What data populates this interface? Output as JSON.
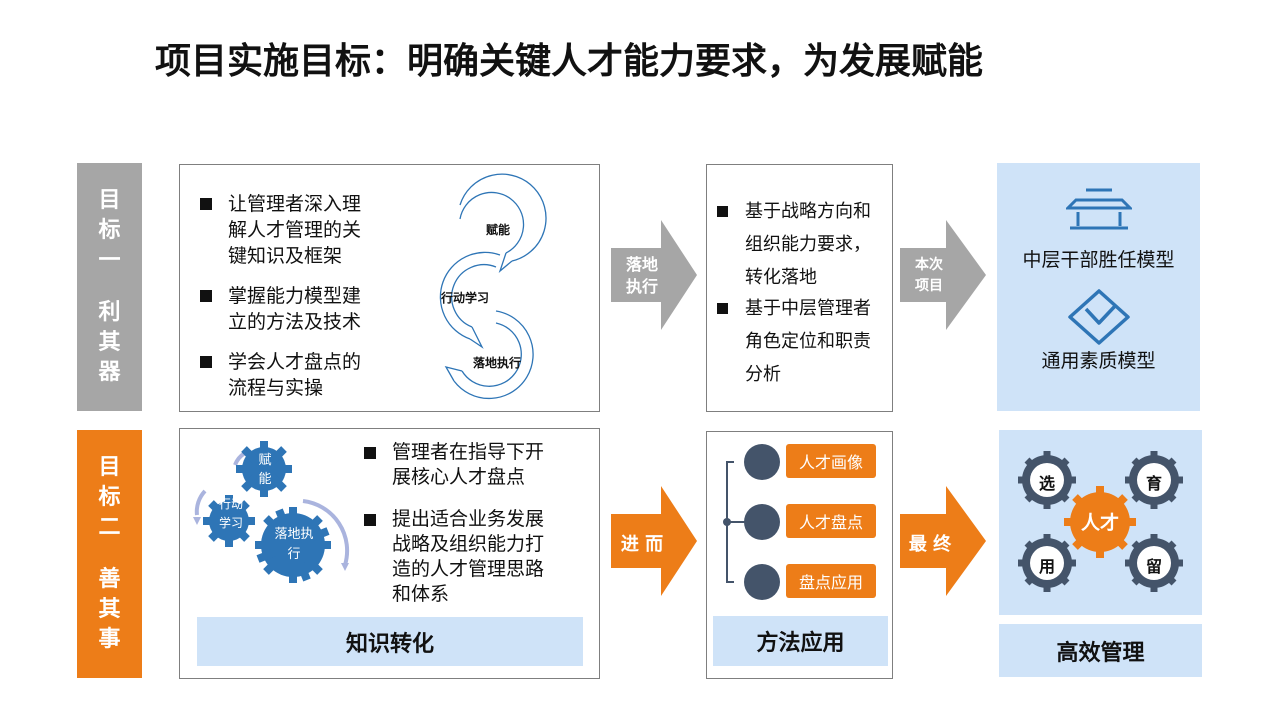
{
  "title": "项目实施目标：明确关键人才能力要求，为发展赋能",
  "goal1": {
    "line1": [
      "目",
      "标",
      "一"
    ],
    "line2": [
      "利",
      "其",
      "器"
    ]
  },
  "goal2": {
    "line1": [
      "目",
      "标",
      "二"
    ],
    "line2": [
      "善",
      "其",
      "事"
    ]
  },
  "box1": {
    "bullets": [
      "让管理者深入理\n解人才管理的关\n键知识及框架",
      "掌握能力模型建\n立的方法及技术",
      "学会人才盘点的\n流程与实操"
    ],
    "cycle": [
      "赋能",
      "行动学习",
      "落地执行"
    ]
  },
  "arrow1": "落地\n执行",
  "box2": {
    "bullets": [
      "基于战略方向和\n组织能力要求，\n转化落地",
      "基于中层管理者\n角色定位和职责\n分析"
    ]
  },
  "arrow2": "本次\n项目",
  "box3": {
    "models": [
      "中层干部胜任模型",
      "通用素质模型"
    ]
  },
  "box4": {
    "gears": [
      "赋\n能",
      "行动\n学习",
      "落地执\n行"
    ],
    "bullets": [
      "管理者在指导下开\n展核心人才盘点",
      "提出适合业务发展\n战略及组织能力打\n造的人才管理思路\n和体系"
    ],
    "caption": "知识转化"
  },
  "arrow3": "进 而",
  "box5": {
    "pills": [
      "人才画像",
      "人才盘点",
      "盘点应用"
    ],
    "caption": "方法应用"
  },
  "arrow4": "最 终",
  "box6": {
    "center": "人才",
    "gears": [
      "选",
      "育",
      "用",
      "留"
    ],
    "caption": "高效管理"
  },
  "colors": {
    "orange": "#ed7d18",
    "gray": "#a6a6a6",
    "blue": "#2e75b6",
    "light": "#cfe3f8",
    "slate": "#44546a"
  }
}
